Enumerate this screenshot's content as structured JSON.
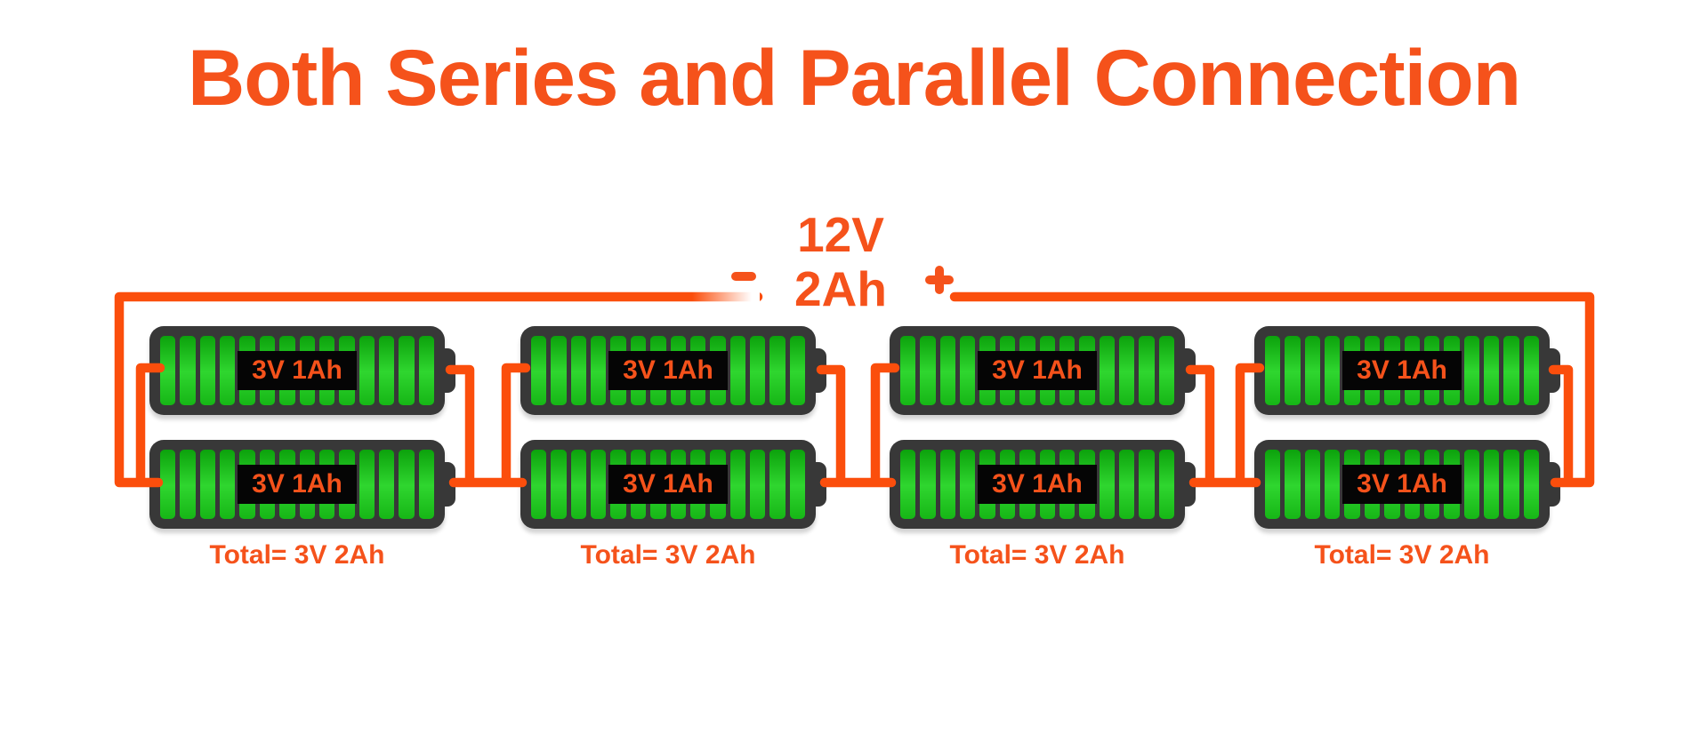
{
  "title": "Both Series and Parallel Connection",
  "output": {
    "voltage": "12V",
    "capacity": "2Ah",
    "negative_symbol": "-",
    "positive_symbol": "+"
  },
  "groups": [
    {
      "batteries": [
        "3V 1Ah",
        "3V 1Ah"
      ],
      "total": "Total= 3V 2Ah"
    },
    {
      "batteries": [
        "3V 1Ah",
        "3V 1Ah"
      ],
      "total": "Total= 3V 2Ah"
    },
    {
      "batteries": [
        "3V 1Ah",
        "3V 1Ah"
      ],
      "total": "Total= 3V 2Ah"
    },
    {
      "batteries": [
        "3V 1Ah",
        "3V 1Ah"
      ],
      "total": "Total= 3V 2Ah"
    }
  ],
  "colors": {
    "text_orange": "#F5521B",
    "wire_orange": "#FB4E0C",
    "battery_body": "#383838",
    "battery_label_bg": "#050505",
    "cell_green_dark": "#0CA20C",
    "cell_green_bright": "#2FD62F",
    "cell_green_mid": "#16B616",
    "background": "#FFFFFF"
  }
}
